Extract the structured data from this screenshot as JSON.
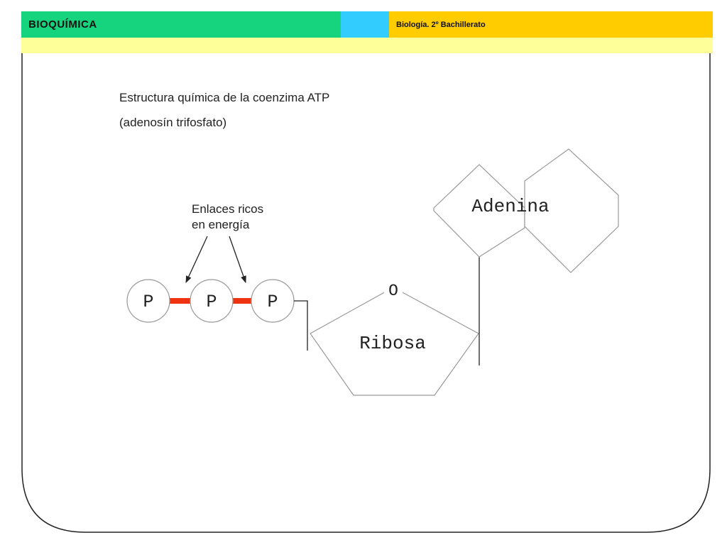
{
  "header": {
    "title": "BIOQUÍMICA",
    "course": "Biología. 2º Bachillerato"
  },
  "colors": {
    "header_green": "#16d47e",
    "header_blue": "#33ccff",
    "header_yellow": "#ffcc00",
    "band_yellow": "#ffff99",
    "bond_red": "#ee3311",
    "outline_gray": "#999999",
    "stroke_dark": "#222222"
  },
  "content": {
    "title_line1": "Estructura química de la coenzima ATP",
    "title_line2": "(adenosín trifosfato)",
    "bonds_note_line1": "Enlaces ricos",
    "bonds_note_line2": "en energía"
  },
  "diagram": {
    "phosphates": [
      "P",
      "P",
      "P"
    ],
    "oxygen_label": "O",
    "ribose_label": "Ribosa",
    "adenine_label": "Adenina"
  }
}
